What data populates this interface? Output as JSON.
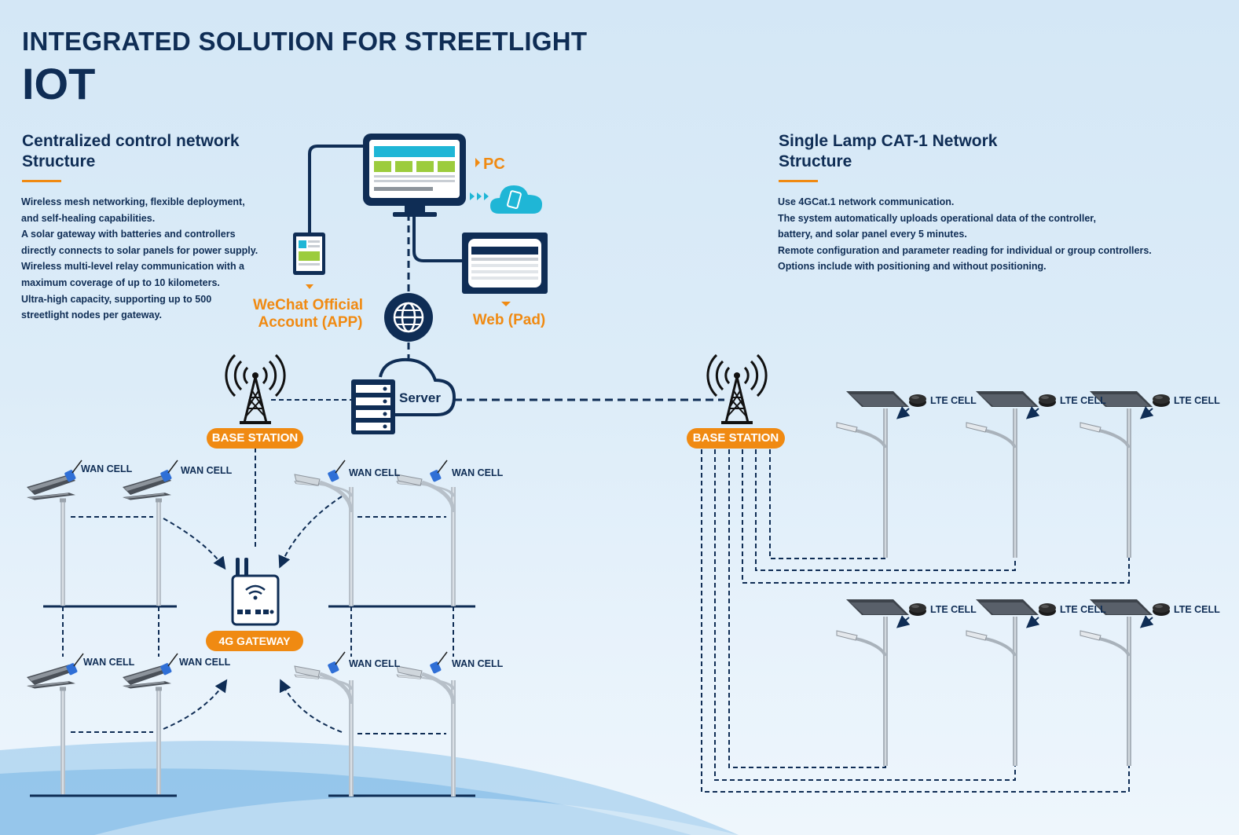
{
  "title_line1": "INTEGRATED SOLUTION FOR STREETLIGHT",
  "title_line2": "IOT",
  "left_section": {
    "heading_line1": "Centralized control network",
    "heading_line2": "Structure",
    "paragraph": [
      "Wireless mesh networking, flexible deployment,",
      "and self-healing capabilities.",
      "A solar gateway with batteries and controllers",
      "directly connects to solar panels for power supply.",
      "Wireless multi-level relay communication with a",
      "maximum coverage of up to 10 kilometers.",
      "Ultra-high capacity, supporting up to 500",
      "streetlight nodes per gateway."
    ]
  },
  "right_section": {
    "heading_line1": "Single Lamp CAT-1 Network",
    "heading_line2": "Structure",
    "paragraph": [
      "Use 4GCat.1 network communication.",
      "The system automatically uploads operational data of the controller,",
      "battery, and solar panel every 5 minutes.",
      "Remote configuration and parameter reading for individual or group controllers.",
      "Options include with positioning and without positioning."
    ]
  },
  "nodes": {
    "pc_label": "PC",
    "wechat_label_line1": "WeChat Official",
    "wechat_label_line2": "Account (APP)",
    "web_label": "Web (Pad)",
    "server_label": "Server",
    "base_station_left": "BASE STATION",
    "base_station_right": "BASE STATION",
    "gateway_label": "4G GATEWAY",
    "wan_cell": "WAN CELL",
    "lte_cell": "LTE CELL"
  },
  "colors": {
    "navy": "#0f2d55",
    "orange": "#f08a12",
    "cyan": "#1fb6d6",
    "green": "#9ccc3d"
  },
  "icons": [
    "monitor-icon",
    "cloud-phone-icon",
    "tablet-icon",
    "web-pad-icon",
    "globe-icon",
    "server-icon",
    "cloud-icon",
    "antenna-tower-icon",
    "router-icon",
    "street-lamp-icon",
    "solar-lamp-icon",
    "lte-module-icon",
    "wan-module-icon"
  ]
}
